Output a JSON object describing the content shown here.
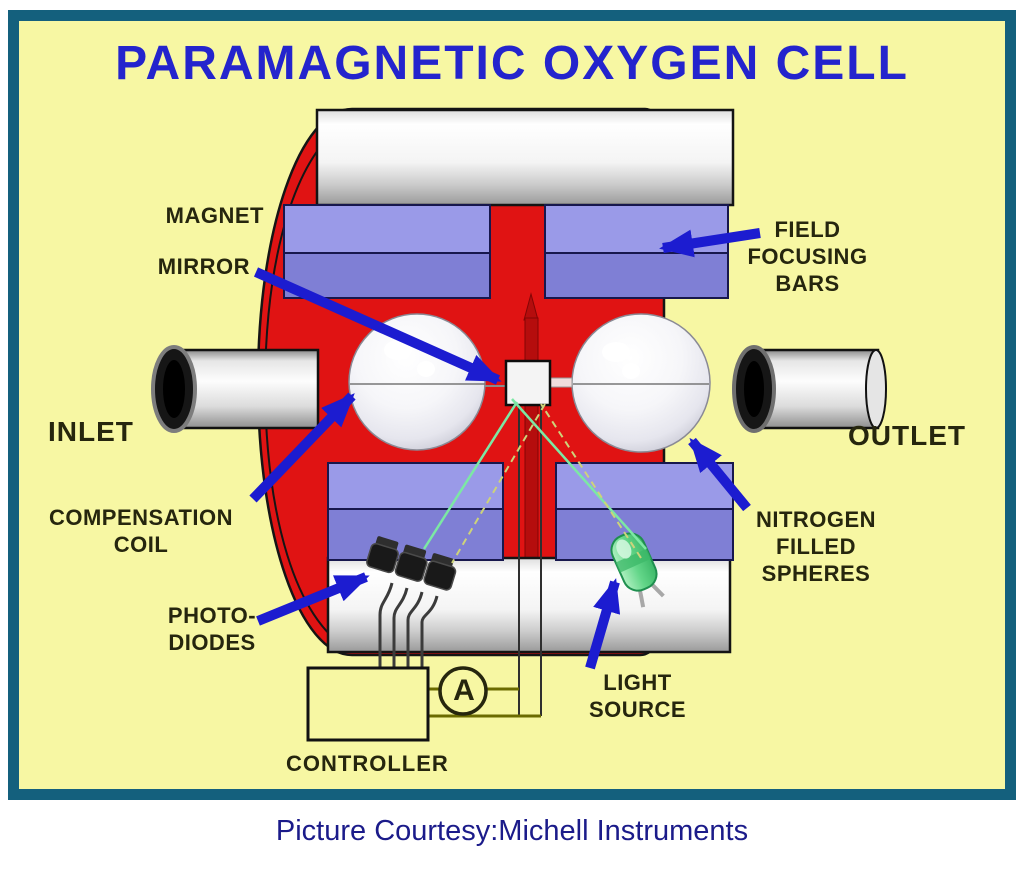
{
  "title": "PARAMAGNETIC OXYGEN CELL",
  "caption": "Picture Courtesy:Michell Instruments",
  "labels": {
    "magnet": "MAGNET",
    "mirror": "MIRROR",
    "inlet": "INLET",
    "compensation_coil": "COMPENSATION\nCOIL",
    "photodiodes": "PHOTO-\nDIODES",
    "controller": "CONTROLLER",
    "light_source": "LIGHT\nSOURCE",
    "field_focusing_bars": "FIELD\nFOCUSING\nBARS",
    "nitrogen_filled_spheres": "NITROGEN\nFILLED\nSPHERES",
    "outlet": "OUTLET",
    "ammeter": "A"
  },
  "colors": {
    "background_yellow": "#f7f7a3",
    "border_teal": "#14607d",
    "title_blue": "#2424cd",
    "body_red": "#e01313",
    "bar_blue": "#9a9ae8",
    "bar_blue_dark": "#7f7fd5",
    "arrow_blue": "#1c1cd0",
    "label_dark": "#26260e",
    "caption_navy": "#1b1b8a",
    "beam_green": "#7ce8a4",
    "beam_khaki": "#cdd37a",
    "wire_olive": "#6b6b00",
    "led_green": "#63d689"
  }
}
